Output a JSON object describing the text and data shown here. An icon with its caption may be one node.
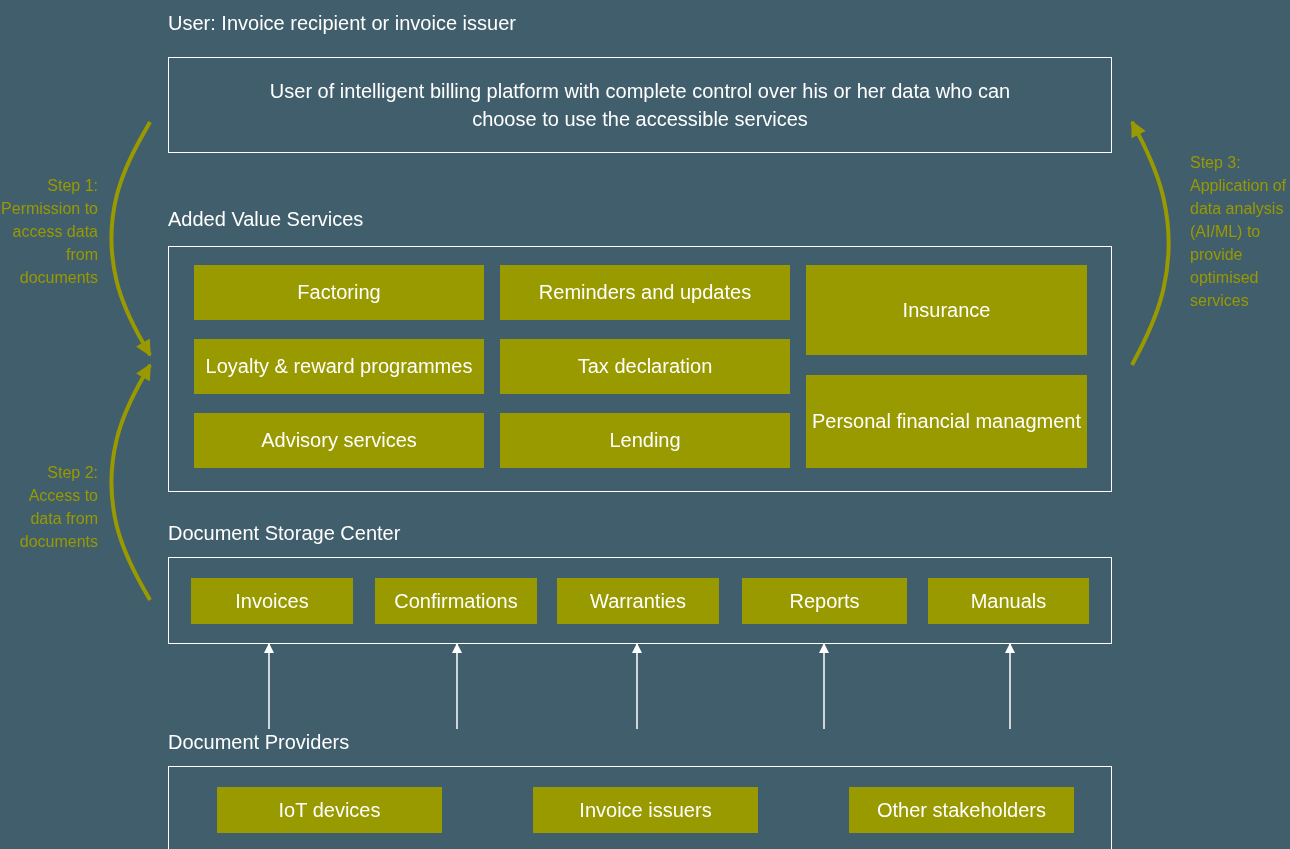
{
  "diagram": {
    "nodes": [
      {
        "text": [
          "User: Invoice recipient or invoice issuer",
          "User of intelligent billing platform with complete control over his or her data who can choose to use the accessible services"
        ]
      },
      {
        "text": [
          "Added Value Services"
        ]
      },
      {
        "text": [
          "Factoring"
        ],
        "in": 1
      },
      {
        "text": [
          "Reminders and updates"
        ],
        "in": 1
      },
      {
        "text": [
          "Insurance"
        ],
        "in": 1
      },
      {
        "text": [
          "Loyalty & reward programmes"
        ],
        "in": 1
      },
      {
        "text": [
          "Tax declaration"
        ],
        "in": 1
      },
      {
        "text": [
          "Personal financial managment"
        ],
        "in": 1
      },
      {
        "text": [
          "Advisory services"
        ],
        "in": 1
      },
      {
        "text": [
          "Lending"
        ],
        "in": 1
      },
      {
        "text": [
          "Document Storage Center"
        ]
      },
      {
        "text": [
          "Invoices"
        ],
        "in": 10
      },
      {
        "text": [
          "Confirmations"
        ],
        "in": 10
      },
      {
        "text": [
          "Warranties"
        ],
        "in": 10
      },
      {
        "text": [
          "Reports"
        ],
        "in": 10
      },
      {
        "text": [
          "Manuals"
        ],
        "in": 10
      },
      {
        "text": [
          "Document Providers"
        ]
      },
      {
        "text": [
          "IoT devices"
        ],
        "in": 16
      },
      {
        "text": [
          "Invoice issuers"
        ],
        "in": 16
      },
      {
        "text": [
          "Other stakeholders"
        ],
        "in": 16
      }
    ],
    "edges": [
      {
        "from": 0,
        "to": 1,
        "arrow": "to",
        "label": "Step 1: Permission to access data from documents",
        "style": "thick",
        "color": "#999900"
      },
      {
        "from": 10,
        "to": 1,
        "arrow": "to",
        "label": "Step 2: Access to data from documents",
        "style": "thick",
        "color": "#999900"
      },
      {
        "from": 1,
        "to": 0,
        "arrow": "to",
        "label": "Step 3: Application of data analysis (AI/ML) to provide optimised services",
        "style": "thick",
        "color": "#999900"
      },
      {
        "from": 16,
        "to": 10,
        "arrow": "to"
      },
      {
        "from": 16,
        "to": 10,
        "arrow": "to"
      },
      {
        "from": 16,
        "to": 10,
        "arrow": "to"
      },
      {
        "from": 16,
        "to": 10,
        "arrow": "to"
      },
      {
        "from": 16,
        "to": 10,
        "arrow": "to"
      }
    ]
  }
}
